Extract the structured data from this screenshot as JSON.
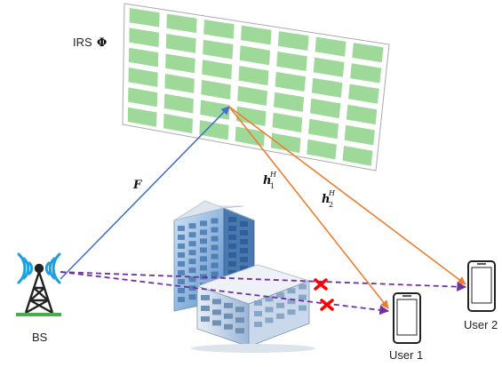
{
  "irs": {
    "label": "IRS",
    "symbol": "Φ",
    "rows": 6,
    "cols": 7
  },
  "bs": {
    "label": "BS"
  },
  "user1": {
    "label": "User 1"
  },
  "user2": {
    "label": "User 2"
  },
  "links": {
    "bs_irs": {
      "label": "F",
      "color": "#4472c4"
    },
    "irs_user1": {
      "base": "h",
      "sub": "1",
      "sup": "H",
      "color": "#ed7d31"
    },
    "irs_user2": {
      "base": "h",
      "sub": "2",
      "sup": "H",
      "color": "#ed7d31"
    },
    "direct": {
      "color": "#7030a0",
      "blocked_color": "#ff0000"
    }
  },
  "colors": {
    "irs_element": "#9fd99a",
    "irs_panel": "#ffffff",
    "building_glass": "#5a8fc9",
    "antenna_wave": "#1f9fe0"
  }
}
